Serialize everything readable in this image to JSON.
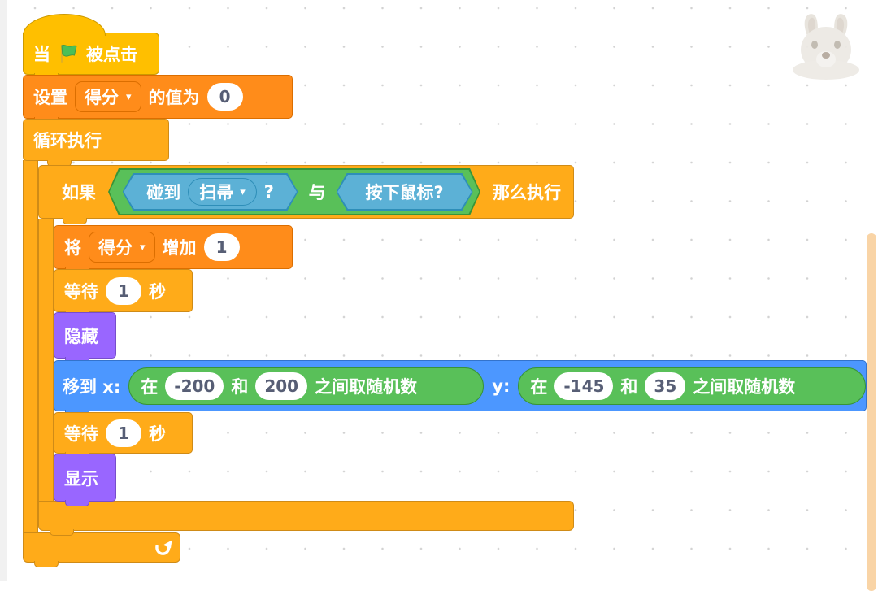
{
  "colors": {
    "events": "#FFBF00",
    "events_border": "#CC9900",
    "control": "#FFAB19",
    "control_border": "#CF8B17",
    "variables": "#FF8C1A",
    "variables_border": "#DB6E00",
    "looks": "#9966FF",
    "looks_border": "#774DCB",
    "motion": "#4C97FF",
    "motion_border": "#3373CC",
    "sensing": "#5CB1D6",
    "sensing_border": "#2E8EB8",
    "operators": "#59C059",
    "operators_border": "#389438",
    "input_text": "#575E75",
    "flag_green": "#4CBF56"
  },
  "icons": {
    "flag": "green-flag-icon",
    "loop_arrow": "loop-arrow-icon",
    "caret_glyph": "▾"
  },
  "scrollbar": {
    "color": "#F9D4A6"
  },
  "sprite_overlay": {
    "name": "squirrel-image"
  },
  "script": {
    "hat": {
      "label_when": "当",
      "label_clicked": "被点击"
    },
    "set_variable": {
      "label_set": "设置",
      "variable": "得分",
      "label_to": "的值为",
      "value": "0"
    },
    "forever": {
      "label": "循环执行"
    },
    "if_block": {
      "label_if": "如果",
      "label_then": "那么执行",
      "condition": {
        "operator": "与",
        "touching": {
          "label": "碰到",
          "target": "扫帚",
          "suffix": "?"
        },
        "mouse_down": {
          "label": "按下鼠标?"
        }
      }
    },
    "change_variable": {
      "label_change": "将",
      "variable": "得分",
      "label_by": "增加",
      "value": "1"
    },
    "wait1": {
      "label_wait": "等待",
      "value": "1",
      "label_seconds": "秒"
    },
    "hide": {
      "label": "隐藏"
    },
    "go_to": {
      "label_x": "移到 x:",
      "label_y": "y:",
      "random_x": {
        "label_in": "在",
        "min": "-200",
        "label_and": "和",
        "max": "200",
        "label_suffix": "之间取随机数"
      },
      "random_y": {
        "label_in": "在",
        "min": "-145",
        "label_and": "和",
        "max": "35",
        "label_suffix": "之间取随机数"
      }
    },
    "wait2": {
      "label_wait": "等待",
      "value": "1",
      "label_seconds": "秒"
    },
    "show": {
      "label": "显示"
    }
  }
}
